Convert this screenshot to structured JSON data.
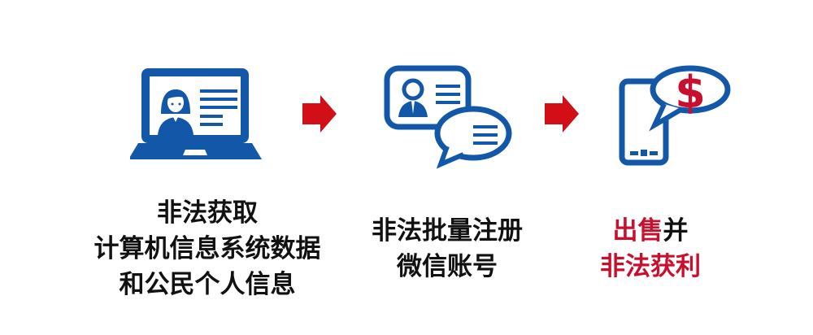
{
  "colors": {
    "icon_blue": "#1358a8",
    "arrow_red": "#d20f17",
    "highlight_red": "#c8102e",
    "text": "#111111"
  },
  "steps": [
    {
      "icon": "laptop-profile-icon",
      "lines": [
        "非法获取",
        "计算机信息系统数据",
        "和公民个人信息"
      ]
    },
    {
      "icon": "id-card-chat-icon",
      "lines": [
        "非法批量注册",
        "微信账号"
      ]
    },
    {
      "icon": "phone-dollar-icon",
      "line1_red": "出售",
      "line1_black": "并",
      "line2_red": "非法获利"
    }
  ],
  "arrows": [
    "arrow-right-icon",
    "arrow-right-icon"
  ]
}
